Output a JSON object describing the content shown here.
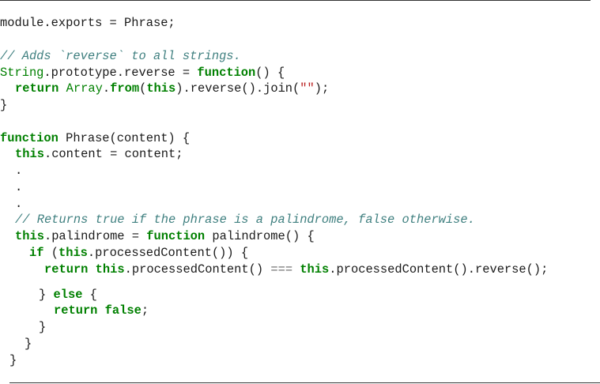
{
  "colors": {
    "keyword": "#008000",
    "builtin": "#008000",
    "comment": "#408080",
    "string": "#BA2121",
    "text": "#1a1a1a",
    "operator": "#666666"
  },
  "code": {
    "l1": {
      "a": "module.exports = Phrase;"
    },
    "l3": {
      "comment": "// Adds `reverse` to all strings."
    },
    "l4": {
      "b1": "String",
      "a": ".prototype.reverse = ",
      "k1": "function",
      "c": "() {"
    },
    "l5": {
      "k1": "return",
      "sp": " ",
      "b1": "Array",
      "a": ".",
      "k2": "from",
      "c": "(",
      "k3": "this",
      "d": ").reverse().join(",
      "s": "\"\"",
      "e": ");"
    },
    "l6": {
      "a": "}"
    },
    "l8": {
      "k1": "function",
      "a": " Phrase(content) {"
    },
    "l9": {
      "k1": "this",
      "a": ".content = content;"
    },
    "l10": {
      "a": "."
    },
    "l11": {
      "a": "."
    },
    "l12": {
      "a": "."
    },
    "l13": {
      "comment": "// Returns true if the phrase is a palindrome, false otherwise."
    },
    "l14": {
      "k1": "this",
      "a": ".palindrome = ",
      "k2": "function",
      "b": " palindrome() {"
    },
    "l15": {
      "k1": "if",
      "a": " (",
      "k2": "this",
      "b": ".processedContent()) {"
    },
    "l16": {
      "k1": "return",
      "sp": " ",
      "k2": "this",
      "a": ".processedContent() ",
      "op": "===",
      "sp2": " ",
      "k3": "this",
      "b": ".processedContent().reverse();"
    },
    "l17": {
      "a": "} ",
      "k1": "else",
      "b": " {"
    },
    "l18": {
      "k1": "return",
      "sp": " ",
      "k2": "false",
      "a": ";"
    },
    "l19": {
      "a": "}"
    },
    "l20": {
      "a": "}"
    },
    "l21": {
      "a": "}"
    }
  }
}
